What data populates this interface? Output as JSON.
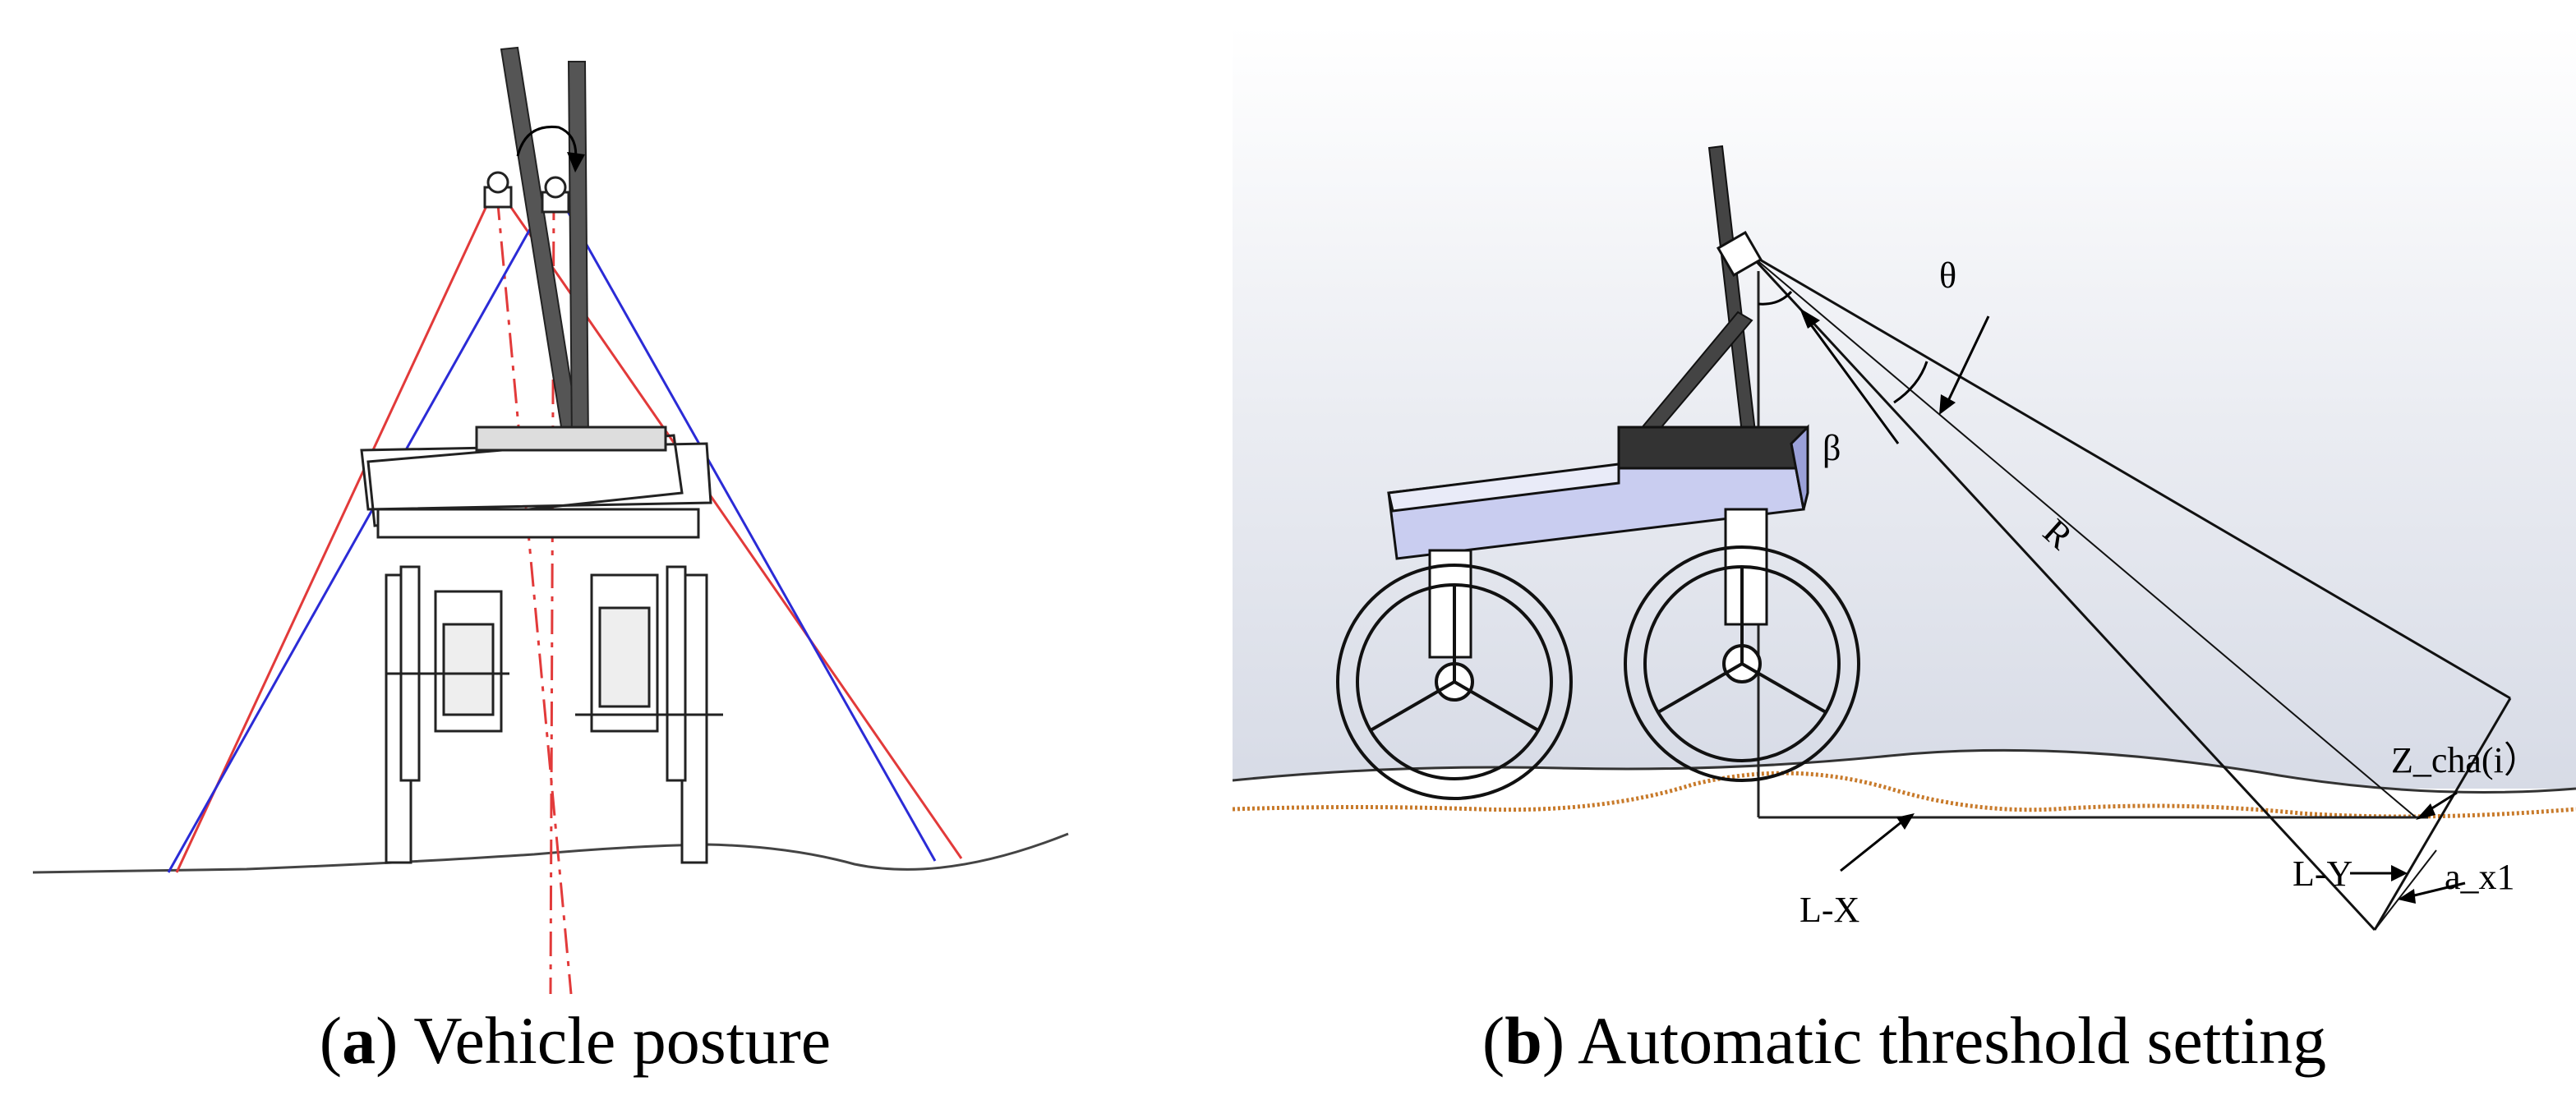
{
  "panel_a": {
    "caption_letter": "a",
    "caption_text": "Vehicle posture"
  },
  "panel_b": {
    "caption_letter": "b",
    "caption_text": "Automatic threshold setting",
    "labels": {
      "theta": "θ",
      "beta": "β",
      "r": "R",
      "z_cha": "Z_cha(i）",
      "l_y": "L-Y",
      "a_x1": "a_x1",
      "l_x": "L-X"
    }
  },
  "colors": {
    "red_beam": "#e23a3a",
    "blue_beam": "#2b2bd6",
    "soil_line": "#c87a2a",
    "body_fill": "#c9cdf0",
    "gradient_top": "#ffffff",
    "gradient_bottom": "#d7dbe6"
  }
}
